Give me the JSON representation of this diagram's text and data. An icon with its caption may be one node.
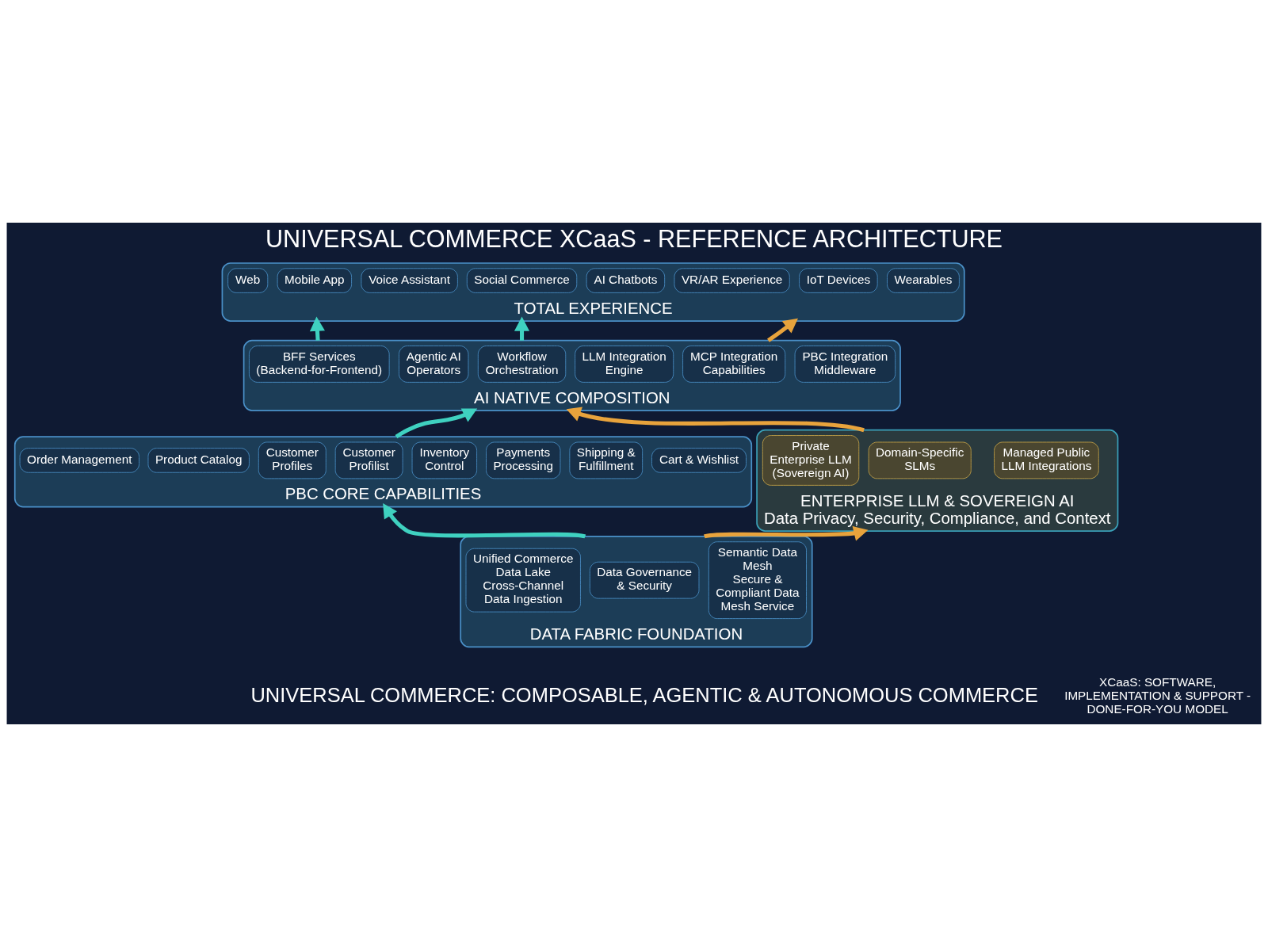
{
  "diagram": {
    "title": "UNIVERSAL COMMERCE XCaaS - REFERENCE ARCHITECTURE",
    "caption": "UNIVERSAL COMMERCE: COMPOSABLE, AGENTIC & AUTONOMOUS COMMERCE",
    "nodes": [
      {
        "text": [
          "TOTAL EXPERIENCE"
        ]
      },
      {
        "text": [
          "Web"
        ],
        "in": 0
      },
      {
        "text": [
          "Mobile App"
        ],
        "in": 0
      },
      {
        "text": [
          "Voice Assistant"
        ],
        "in": 0
      },
      {
        "text": [
          "Social Commerce"
        ],
        "in": 0
      },
      {
        "text": [
          "AI Chatbots"
        ],
        "in": 0
      },
      {
        "text": [
          "VR/AR Experience"
        ],
        "in": 0
      },
      {
        "text": [
          "IoT Devices"
        ],
        "in": 0
      },
      {
        "text": [
          "Wearables"
        ],
        "in": 0
      },
      {
        "text": [
          "AI NATIVE COMPOSITION"
        ]
      },
      {
        "text": [
          "BFF Services (Backend-for-Frontend)"
        ],
        "in": 9
      },
      {
        "text": [
          "Agentic AI Operators"
        ],
        "in": 9
      },
      {
        "text": [
          "Workflow Orchestration"
        ],
        "in": 9
      },
      {
        "text": [
          "LLM Integration Engine"
        ],
        "in": 9
      },
      {
        "text": [
          "MCP Integration Capabilities"
        ],
        "in": 9
      },
      {
        "text": [
          "PBC Integration Middleware"
        ],
        "in": 9
      },
      {
        "text": [
          "PBC CORE CAPABILITIES"
        ]
      },
      {
        "text": [
          "Order Management"
        ],
        "in": 16
      },
      {
        "text": [
          "Product Catalog"
        ],
        "in": 16
      },
      {
        "text": [
          "Customer Profiles"
        ],
        "in": 16
      },
      {
        "text": [
          "Customer Profilist"
        ],
        "in": 16
      },
      {
        "text": [
          "Inventory Control"
        ],
        "in": 16
      },
      {
        "text": [
          "Payments Processing"
        ],
        "in": 16
      },
      {
        "text": [
          "Shipping & Fulfillment"
        ],
        "in": 16
      },
      {
        "text": [
          "Cart & Wishlist"
        ],
        "in": 16
      },
      {
        "text": [
          "ENTERPRISE LLM & SOVEREIGN AI",
          "Data Privacy, Security, Compliance, and Context"
        ]
      },
      {
        "text": [
          "Private Enterprise LLM (Sovereign AI)"
        ],
        "in": 25
      },
      {
        "text": [
          "Domain-Specific SLMs"
        ],
        "in": 25
      },
      {
        "text": [
          "Managed Public LLM Integrations"
        ],
        "in": 25
      },
      {
        "text": [
          "DATA FABRIC FOUNDATION"
        ]
      },
      {
        "text": [
          "Unified Commerce Data Lake",
          "Cross-Channel Data Ingestion"
        ],
        "in": 29
      },
      {
        "text": [
          "Data Governance & Security"
        ],
        "in": 29
      },
      {
        "text": [
          "Semantic Data Mesh",
          "Secure & Compliant Data Mesh Service"
        ],
        "in": 29
      }
    ],
    "edges": [
      {
        "from": 29,
        "to": 16,
        "arrow": "to"
      },
      {
        "from": 29,
        "to": 25,
        "arrow": "to",
        "color": "#e8a33c"
      },
      {
        "from": 16,
        "to": 9,
        "arrow": "to"
      },
      {
        "from": 25,
        "to": 9,
        "arrow": "to",
        "color": "#e8a33c"
      },
      {
        "from": 9,
        "to": 0,
        "arrow": "to",
        "color": "#e8a33c"
      },
      {
        "from": 9,
        "to": 0,
        "arrow": "to"
      },
      {
        "from": 9,
        "to": 0,
        "arrow": "to"
      }
    ],
    "labels": [
      "XCaaS: SOFTWARE, IMPLEMENTATION & SUPPORT - DONE-FOR-YOU MODEL"
    ]
  }
}
